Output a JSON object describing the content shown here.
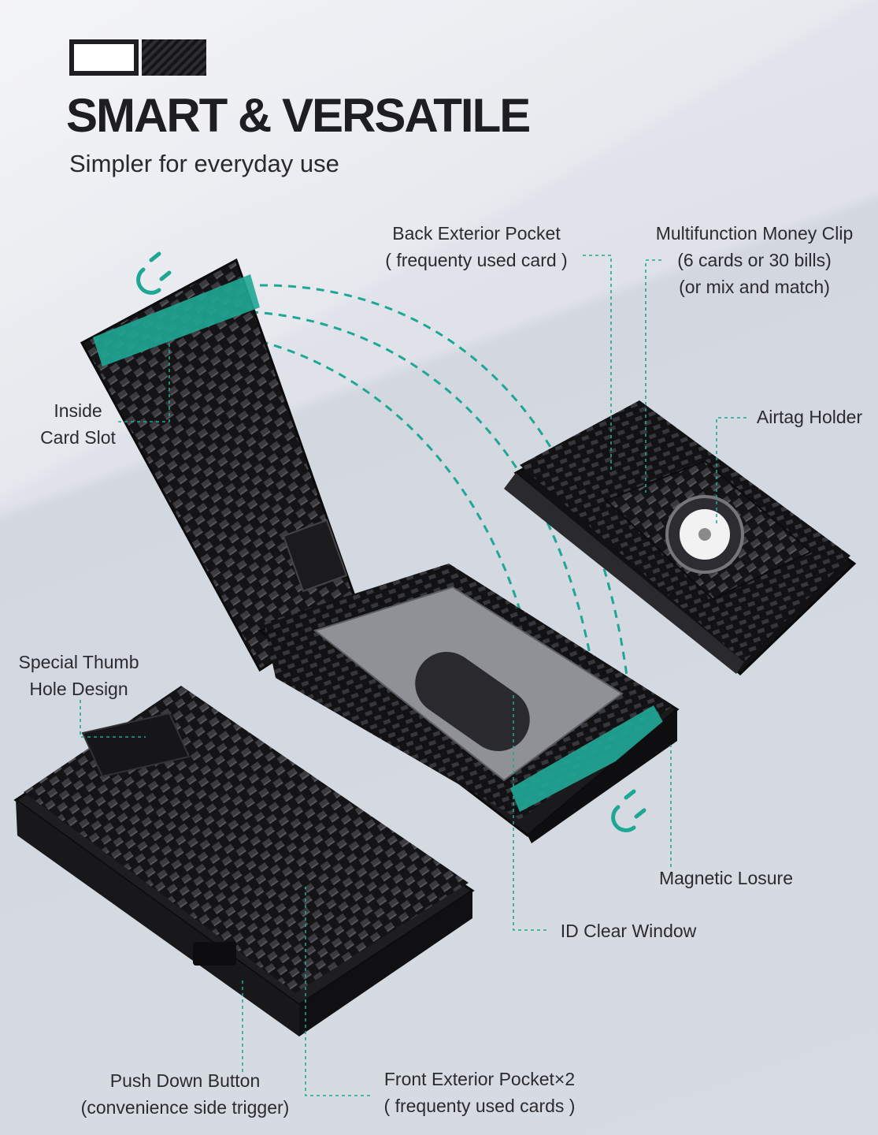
{
  "header": {
    "title": "SMART & VERSATILE",
    "subtitle": "Simpler for everyday use"
  },
  "callouts": {
    "back_exterior_pocket": {
      "line1": "Back Exterior Pocket",
      "line2": "( frequenty used card )"
    },
    "money_clip": {
      "line1": "Multifunction Money Clip",
      "line2": "(6 cards or 30 bills)",
      "line3": "(or mix and match)"
    },
    "inside_card_slot": {
      "line1": "Inside",
      "line2": "Card Slot"
    },
    "airtag_holder": {
      "line1": "Airtag Holder"
    },
    "thumb_hole": {
      "line1": "Special Thumb",
      "line2": "Hole  Design"
    },
    "magnetic_closure": {
      "line1": "Magnetic Losure"
    },
    "id_window": {
      "line1": "ID Clear Window"
    },
    "push_button": {
      "line1": "Push Down Button",
      "line2": "(convenience side trigger)"
    },
    "front_pocket": {
      "line1": "Front Exterior Pocket×2",
      "line2": "( frequenty used cards )"
    }
  },
  "colors": {
    "accent": "#1fa795",
    "carbon_dark": "#141416",
    "carbon_light": "#3a3a3f"
  },
  "icons": [
    "magnet-icon",
    "airtag-icon"
  ]
}
